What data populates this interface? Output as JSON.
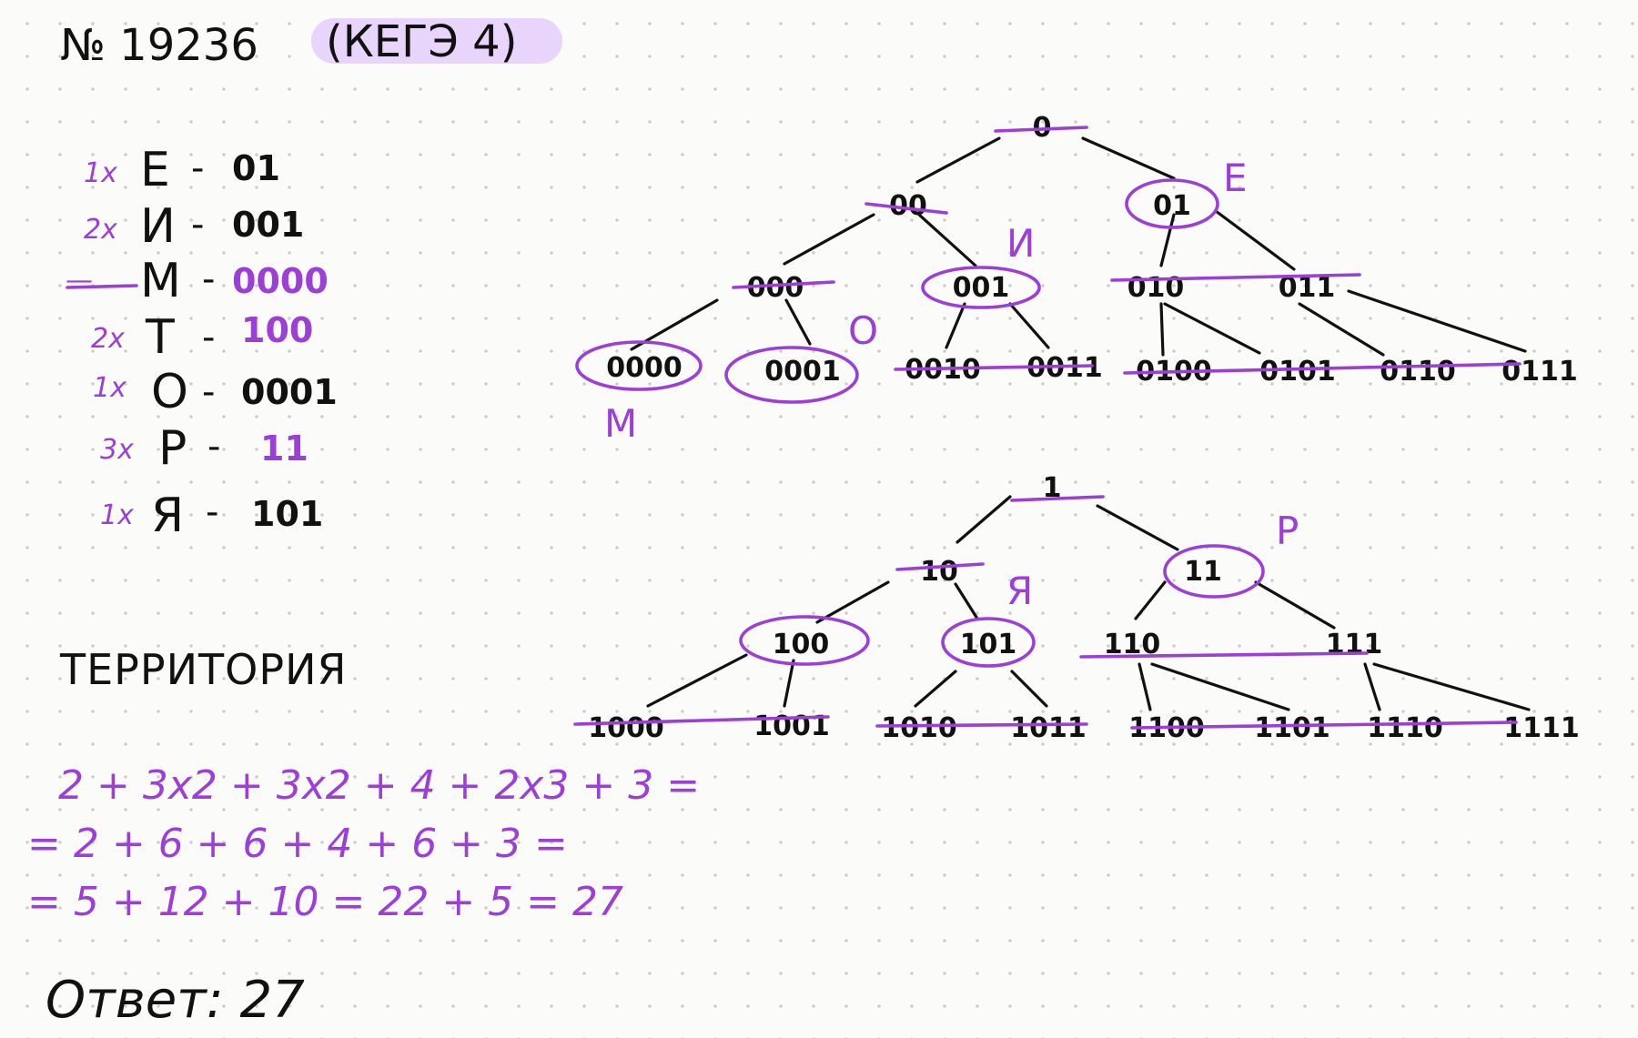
{
  "header": {
    "task_number": "№ 19236",
    "task_tag": "(КЕГЭ 4)"
  },
  "colors": {
    "ink": "#111111",
    "accent": "#9b3fd6",
    "highlight": "#e9d5fb",
    "background": "#fbfbf9"
  },
  "code_list": [
    {
      "count": "1x",
      "letter": "Е",
      "code": "01",
      "code_color": "black"
    },
    {
      "count": "2x",
      "letter": "И",
      "code": "001",
      "code_color": "black"
    },
    {
      "count": "—",
      "letter": "М",
      "code": "0000",
      "code_color": "purple"
    },
    {
      "count": "2x",
      "letter": "Т",
      "code": "100",
      "code_color": "purple"
    },
    {
      "count": "1x",
      "letter": "О",
      "code": "0001",
      "code_color": "black"
    },
    {
      "count": "3x",
      "letter": "Р",
      "code": "11",
      "code_color": "purple"
    },
    {
      "count": "1x",
      "letter": "Я",
      "code": "101",
      "code_color": "black"
    }
  ],
  "word": "ТЕРРИТОРИЯ",
  "calculation": [
    "2 + 3x2 + 3x2 + 4 + 2x3 + 3 =",
    "= 2 + 6 + 6 + 4 + 6 + 3  =",
    "= 5 + 12 + 10 = 22 + 5 = 27"
  ],
  "answer": "Ответ: 27",
  "tree_zero": {
    "nodes": [
      "0",
      "00",
      "01",
      "000",
      "001",
      "010",
      "011",
      "0000",
      "0001",
      "0010",
      "0011",
      "0100",
      "0101",
      "0110",
      "0111"
    ],
    "letters": [
      "Е",
      "И",
      "О",
      "М"
    ]
  },
  "tree_one": {
    "nodes": [
      "1",
      "10",
      "11",
      "100",
      "101",
      "110",
      "111",
      "1000",
      "1001",
      "1010",
      "1011",
      "1100",
      "1101",
      "1110",
      "1111"
    ],
    "letters": [
      "Р",
      "Я"
    ]
  }
}
